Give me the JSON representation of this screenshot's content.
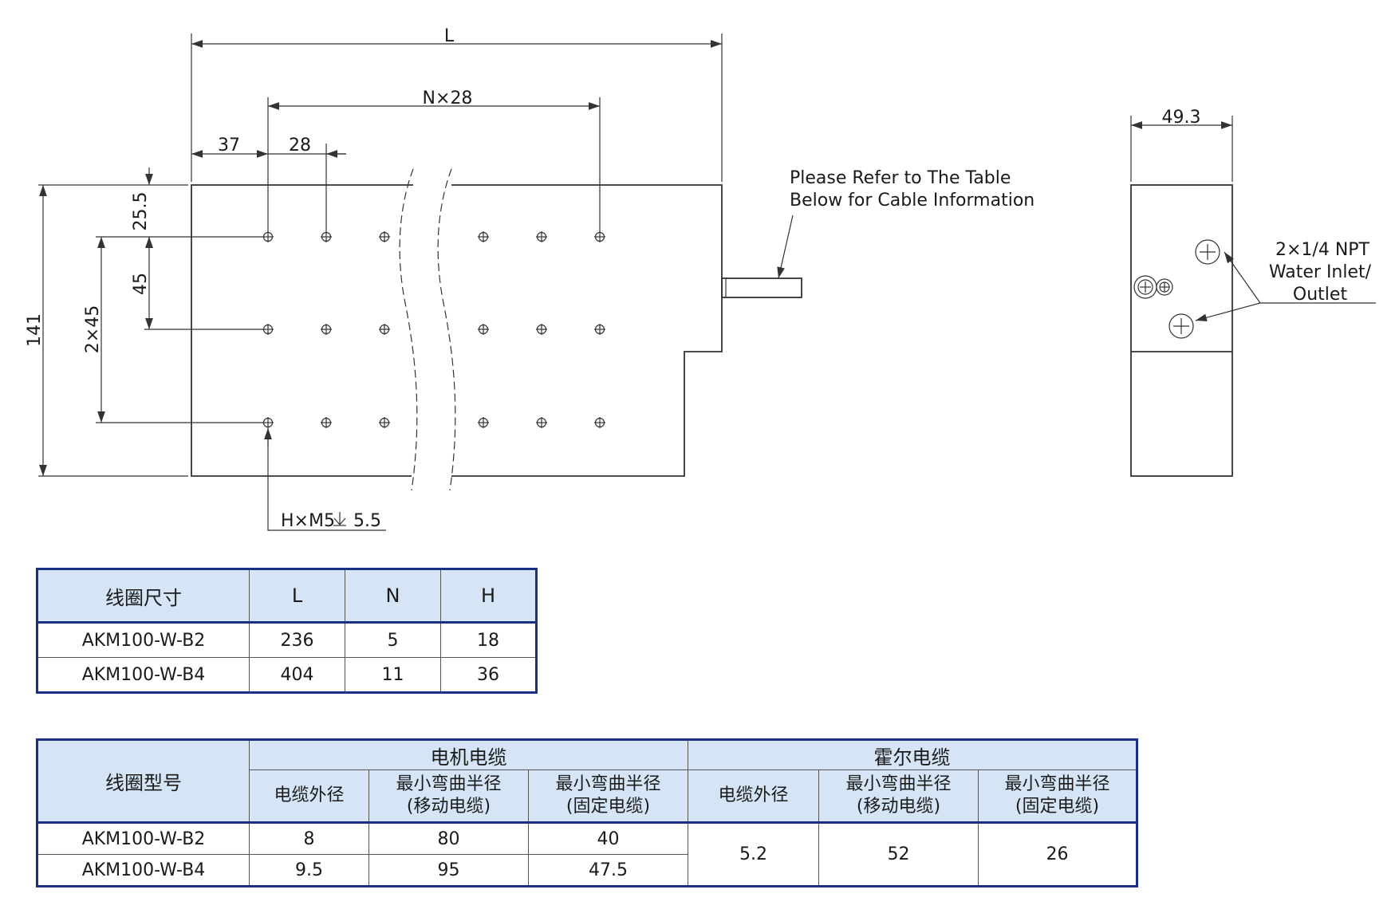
{
  "drawing": {
    "dims": {
      "length": "L",
      "hole_span": "N×28",
      "first_offset": "37",
      "pitch": "28",
      "top_offset": "25.5",
      "row_pitch": "45",
      "rows_total": "2×45",
      "height": "141",
      "width_side": "49.3",
      "hole_callout_prefix": "H×M5",
      "hole_callout_depth": "5.5"
    },
    "notes": {
      "cable_line1": "Please Refer to The Table",
      "cable_line2": "Below for Cable Information",
      "water_line1": "2×1/4 NPT",
      "water_line2": "Water Inlet/",
      "water_line3": "Outlet"
    }
  },
  "coil_table": {
    "headers": [
      "线圈尺寸",
      "L",
      "N",
      "H"
    ],
    "rows": [
      [
        "AKM100-W-B2",
        "236",
        "5",
        "18"
      ],
      [
        "AKM100-W-B4",
        "404",
        "11",
        "36"
      ]
    ]
  },
  "cable_table": {
    "row_header": "线圈型号",
    "group_headers": [
      "电机电缆",
      "霍尔电缆"
    ],
    "sub_headers": [
      {
        "line1": "电缆外径",
        "line2": ""
      },
      {
        "line1": "最小弯曲半径",
        "line2": "(移动电缆)"
      },
      {
        "line1": "最小弯曲半径",
        "line2": "(固定电缆)"
      },
      {
        "line1": "电缆外径",
        "line2": ""
      },
      {
        "line1": "最小弯曲半径",
        "line2": "(移动电缆)"
      },
      {
        "line1": "最小弯曲半径",
        "line2": "(固定电缆)"
      }
    ],
    "rows": [
      {
        "model": "AKM100-W-B2",
        "motor": [
          "8",
          "80",
          "40"
        ]
      },
      {
        "model": "AKM100-W-B4",
        "motor": [
          "9.5",
          "95",
          "47.5"
        ]
      }
    ],
    "hall": [
      "5.2",
      "52",
      "26"
    ]
  }
}
